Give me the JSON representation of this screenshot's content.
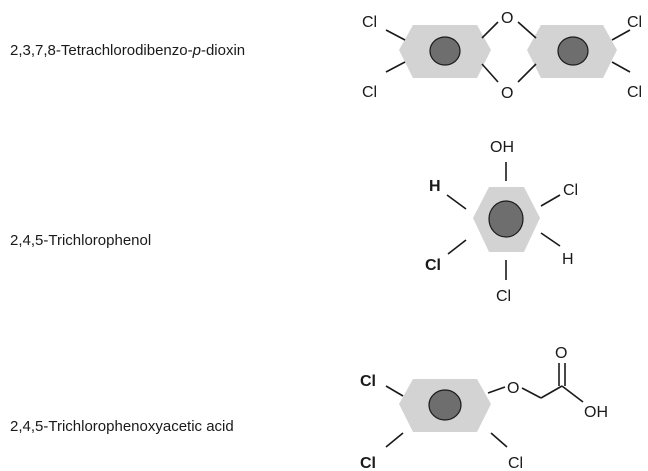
{
  "compounds": [
    {
      "name_prefix": "2,3,7,8-Tetrachlorodibenzo-",
      "name_italic": "p",
      "name_suffix": "-dioxin",
      "atoms": {
        "cl_tl": "Cl",
        "cl_bl": "Cl",
        "o_top": "O",
        "o_bot": "O",
        "cl_tr": "Cl",
        "cl_br": "Cl"
      }
    },
    {
      "name": "2,4,5-Trichlorophenol",
      "atoms": {
        "oh": "OH",
        "h_left": "H",
        "cl_right": "Cl",
        "cl_left": "Cl",
        "h_right": "H",
        "cl_bottom": "Cl"
      }
    },
    {
      "name": "2,4,5-Trichlorophenoxyacetic acid",
      "atoms": {
        "o_carbonyl": "O",
        "cl_top": "Cl",
        "o_ether": "O",
        "oh": "OH",
        "cl_left": "Cl",
        "cl_bottom": "Cl"
      }
    }
  ],
  "colors": {
    "ring_fill": "#d3d3d3",
    "aromatic_circle": "#6e6e6e",
    "ink": "#1a1a1a"
  }
}
